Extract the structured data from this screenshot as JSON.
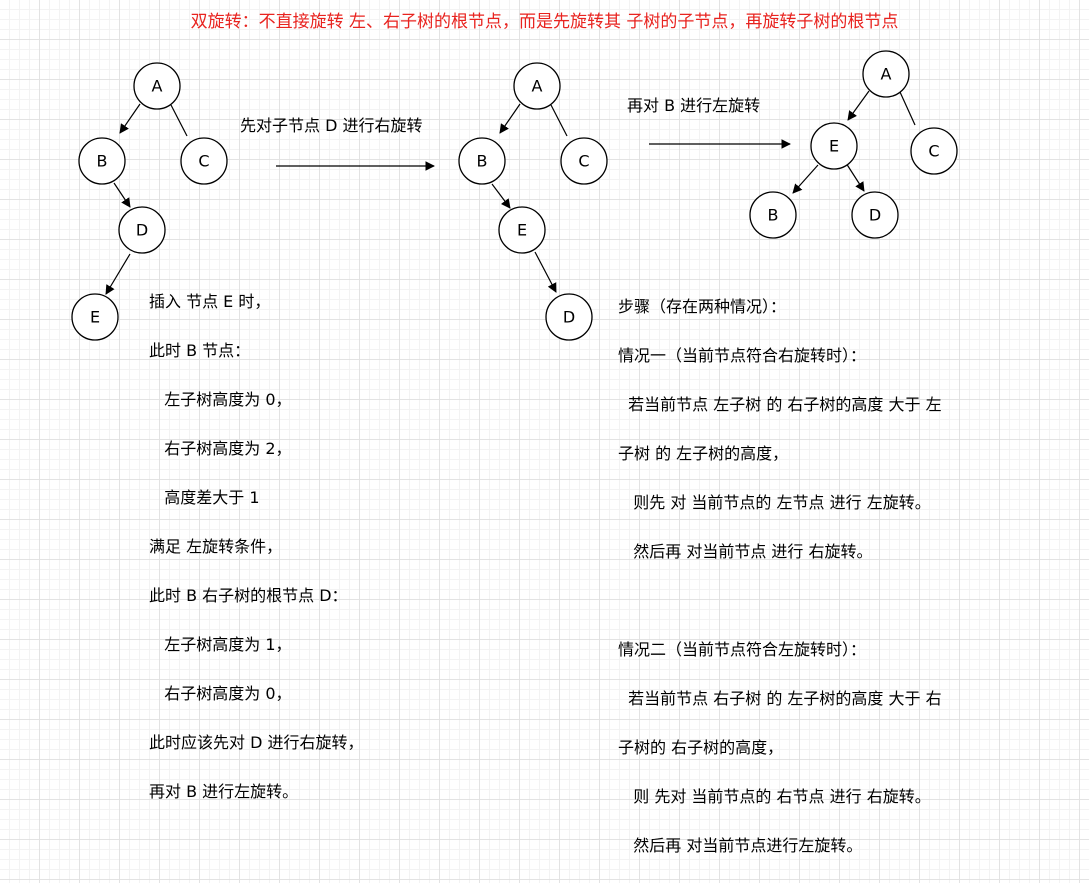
{
  "title": "双旋转：不直接旋转 左、右子树的根节点，而是先旋转其 子树的子节点，再旋转子树的根节点",
  "colors": {
    "title": "#e8231f",
    "text": "#000000",
    "stroke": "#000000",
    "node_fill": "#ffffff"
  },
  "labels": {
    "step1": "先对子节点 D 进行右旋转",
    "step2": "再对 B 进行左旋转"
  },
  "tree1": {
    "nodes": [
      "A",
      "B",
      "C",
      "D",
      "E"
    ]
  },
  "tree2": {
    "nodes": [
      "A",
      "B",
      "C",
      "E",
      "D"
    ]
  },
  "tree3": {
    "nodes": [
      "A",
      "E",
      "C",
      "B",
      "D"
    ]
  },
  "explanation_left": [
    "插入 节点 E 时，",
    "此时 B 节点：",
    "   左子树高度为 0，",
    "   右子树高度为 2，",
    "   高度差大于 1",
    "满足 左旋转条件，",
    "此时 B 右子树的根节点 D：",
    "   左子树高度为 1，",
    "   右子树高度为 0，",
    "此时应该先对 D 进行右旋转，",
    "再对 B 进行左旋转。"
  ],
  "explanation_right": [
    "步骤（存在两种情况）：",
    "情况一（当前节点符合右旋转时）：",
    "  若当前节点 左子树 的 右子树的高度 大于 左",
    "子树 的 左子树的高度，",
    "   则先 对 当前节点的 左节点 进行 左旋转。",
    "   然后再 对当前节点 进行 右旋转。",
    "",
    "情况二（当前节点符合左旋转时）：",
    "  若当前节点 右子树 的 左子树的高度 大于 右",
    "子树的 右子树的高度，",
    "   则 先对 当前节点的 右节点 进行 右旋转。",
    "   然后再 对当前节点进行左旋转。"
  ]
}
